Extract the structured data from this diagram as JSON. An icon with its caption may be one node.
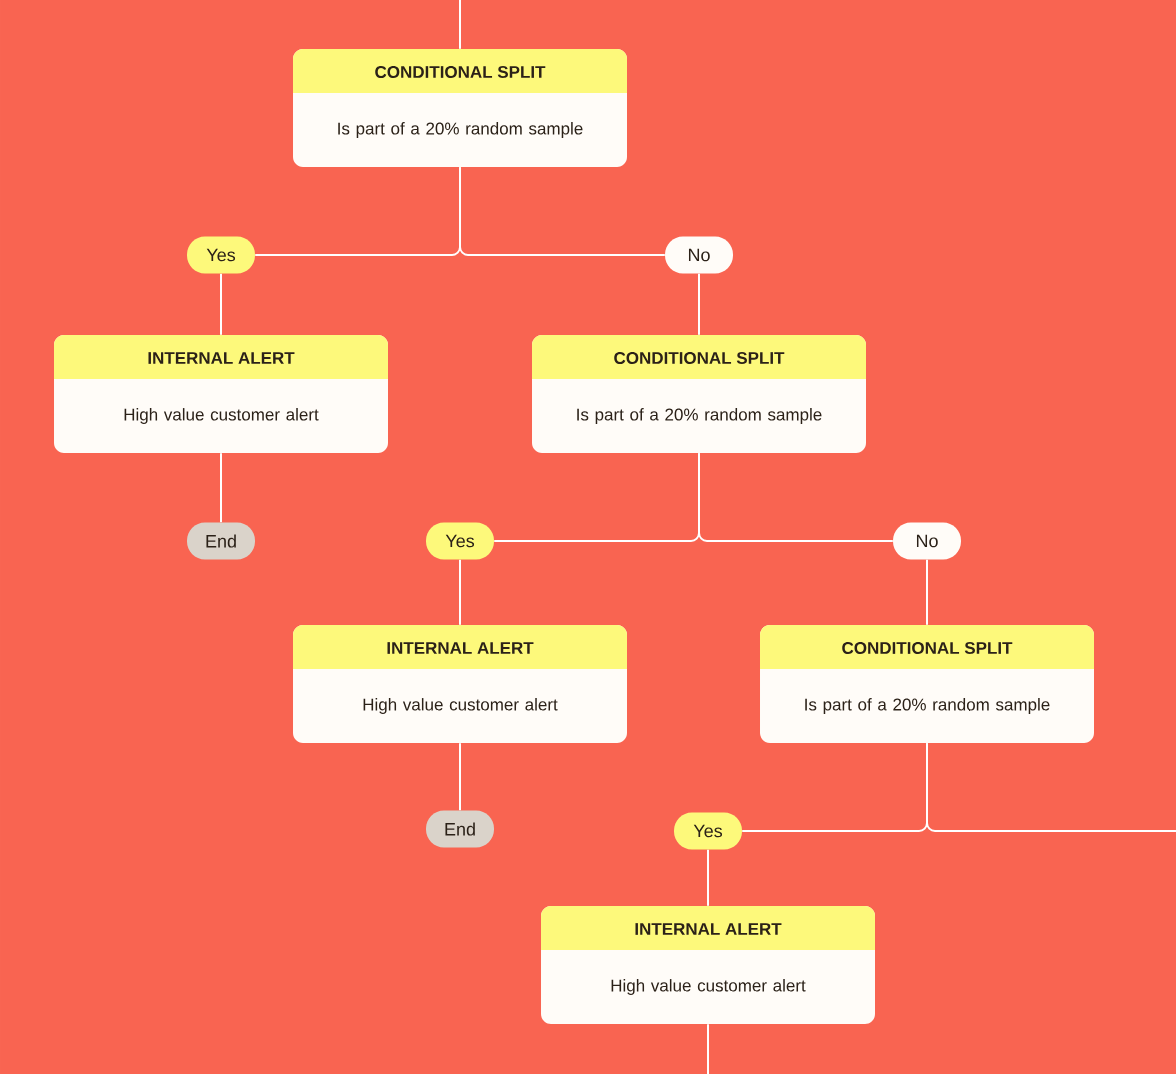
{
  "diagram": {
    "nodes": [
      {
        "text": [
          "CONDITIONAL SPLIT",
          "Is part of a 20% random sample"
        ]
      },
      {
        "text": [
          "Yes"
        ]
      },
      {
        "text": [
          "No"
        ]
      },
      {
        "text": [
          "INTERNAL ALERT",
          "High value customer alert"
        ]
      },
      {
        "text": [
          "CONDITIONAL SPLIT",
          "Is part of a 20% random sample"
        ]
      },
      {
        "text": [
          "End"
        ]
      },
      {
        "text": [
          "Yes"
        ]
      },
      {
        "text": [
          "No"
        ]
      },
      {
        "text": [
          "INTERNAL ALERT",
          "High value customer alert"
        ]
      },
      {
        "text": [
          "CONDITIONAL SPLIT",
          "Is part of a 20% random sample"
        ]
      },
      {
        "text": [
          "End"
        ]
      },
      {
        "text": [
          "Yes"
        ]
      },
      {
        "text": [
          "INTERNAL ALERT",
          "High value customer alert"
        ]
      }
    ],
    "edges": [
      {
        "from": null,
        "to": 0,
        "arrow": "none"
      },
      {
        "from": 0,
        "to": 1,
        "arrow": "none"
      },
      {
        "from": 0,
        "to": 2,
        "arrow": "none"
      },
      {
        "from": 1,
        "to": 3,
        "arrow": "none"
      },
      {
        "from": 2,
        "to": 4,
        "arrow": "none"
      },
      {
        "from": 3,
        "to": 5,
        "arrow": "none"
      },
      {
        "from": 4,
        "to": 6,
        "arrow": "none"
      },
      {
        "from": 4,
        "to": 7,
        "arrow": "none"
      },
      {
        "from": 6,
        "to": 8,
        "arrow": "none"
      },
      {
        "from": 7,
        "to": 9,
        "arrow": "none"
      },
      {
        "from": 8,
        "to": 10,
        "arrow": "none"
      },
      {
        "from": 9,
        "to": 11,
        "arrow": "none"
      },
      {
        "from": 9,
        "to": null,
        "arrow": "none"
      },
      {
        "from": 11,
        "to": 12,
        "arrow": "none"
      },
      {
        "from": 12,
        "to": null,
        "arrow": "none"
      }
    ]
  }
}
